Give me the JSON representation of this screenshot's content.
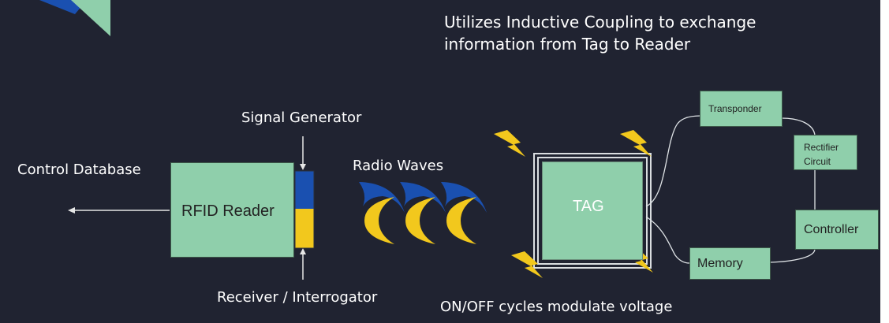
{
  "header": {
    "line1": "Utilizes Inductive Coupling to exchange",
    "line2": "information from Tag to Reader"
  },
  "labels": {
    "signal_generator": "Signal Generator",
    "control_database": "Control Database",
    "radio_waves": "Radio Waves",
    "receiver": "Receiver / Interrogator",
    "on_off": "ON/OFF cycles modulate voltage"
  },
  "boxes": {
    "rfid_reader": "RFID Reader",
    "tag": "TAG",
    "transponder": "Transponder",
    "rectifier_line1": "Rectifier",
    "rectifier_line2": "Circuit",
    "controller": "Controller",
    "memory": "Memory"
  },
  "colors": {
    "background": "#202331",
    "box_fill": "#8fcfab",
    "wave_yellow": "#f2c81d",
    "wave_blue": "#1a50b0",
    "bolt_yellow": "#f2c81d"
  },
  "icons": [
    "lightning-bolt-icon",
    "crescent-wave-icon",
    "arrow-left-icon"
  ]
}
